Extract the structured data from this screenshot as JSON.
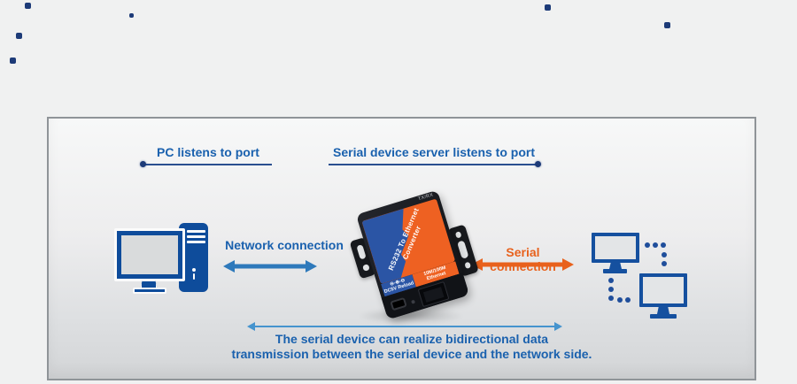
{
  "header_labels": {
    "pc_listens": "PC listens to port",
    "server_listens": "Serial device server listens to port"
  },
  "connections": {
    "network": "Network connection",
    "serial": "Serial connection"
  },
  "footer": {
    "line1": "The serial device can realize bidirectional data",
    "line2": "transmission between the serial device and the network side."
  },
  "device": {
    "marking": "TX/RX",
    "label_line1": "RS232 To Ethernet",
    "label_line2": "Converter",
    "power_polarity": "⊖-⊕-⊖",
    "power_ports": "DC5V  Reload",
    "eth_line1": "10M/100M",
    "eth_line2": "Ethernet"
  },
  "colors": {
    "text_blue": "#1a61ae",
    "arrow_blue": "#2e79bb",
    "serial_orange": "#e8611c",
    "bottom_arrow_blue": "#4694ce",
    "pc_blue": "#0e4c9b",
    "monitor_blue": "#15509f",
    "device_orange": "#ee6122",
    "device_blue": "#2b55a5",
    "navy_dot": "#1d3b78",
    "panel_border": "#8f9498"
  }
}
